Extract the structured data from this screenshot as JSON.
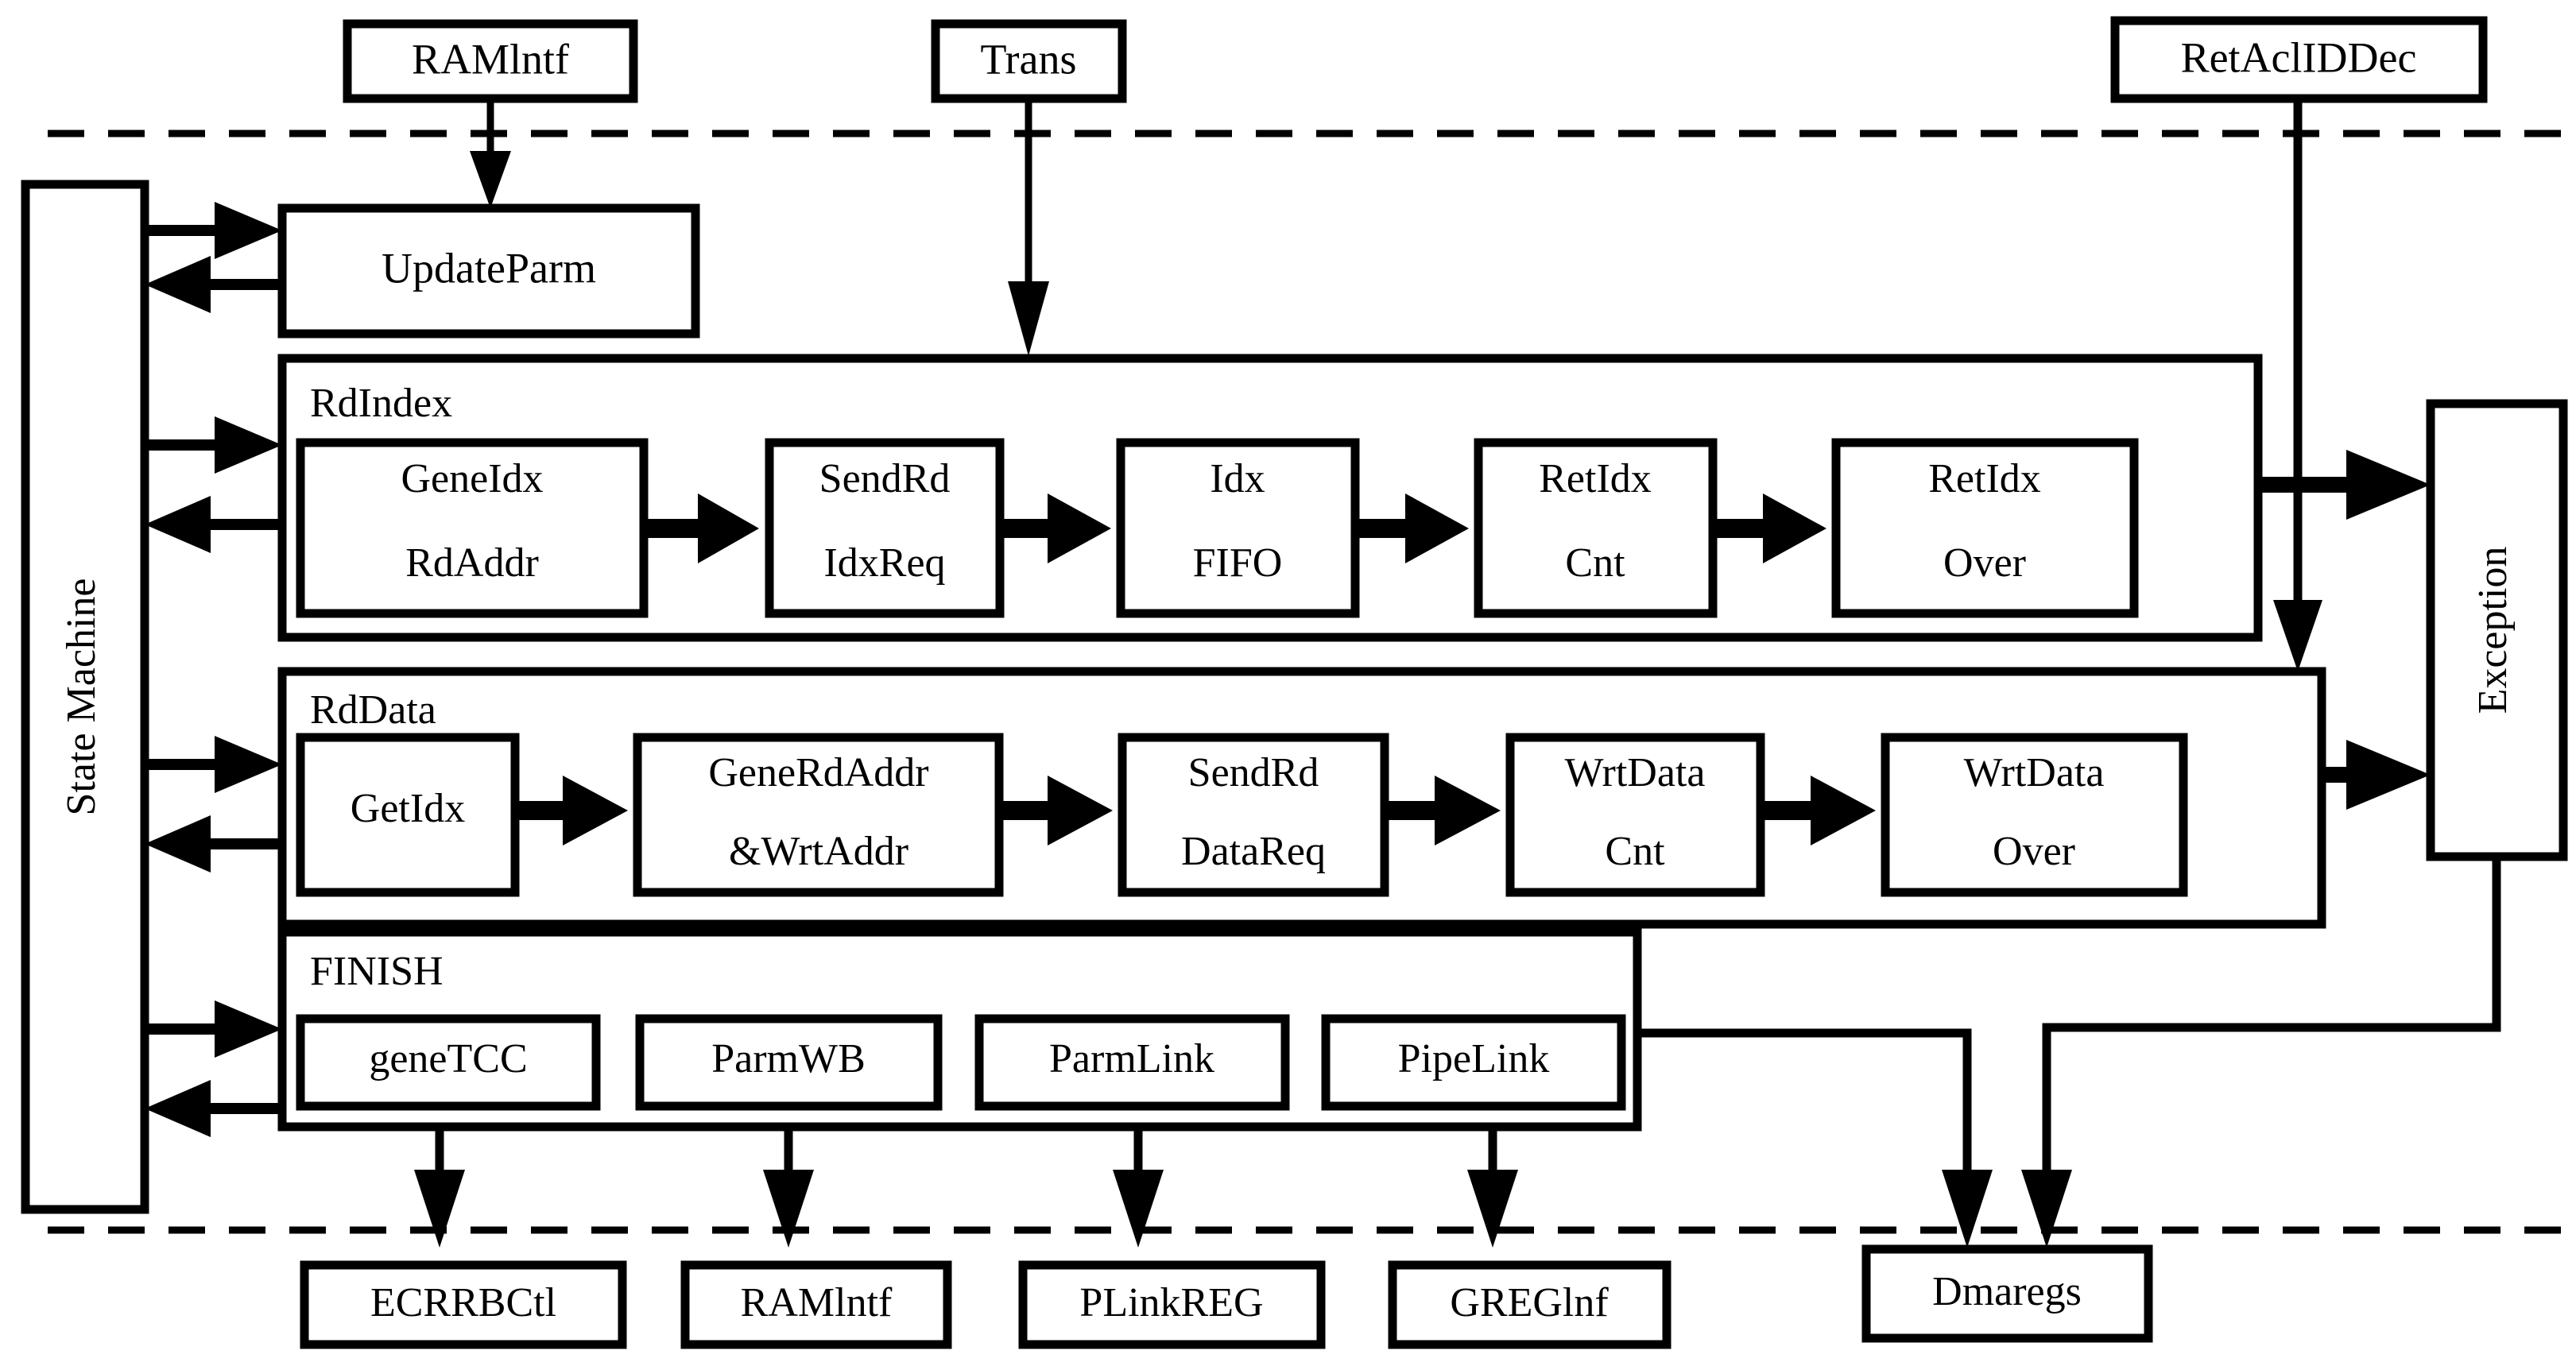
{
  "diagram": {
    "title_boxes_top": [
      {
        "id": "ramintf-top",
        "label": "RAMlntf"
      },
      {
        "id": "trans-top",
        "label": "Trans"
      },
      {
        "id": "retaclid-top",
        "label": "RetAclIDDec"
      }
    ],
    "state_machine": {
      "label": "State Machine"
    },
    "exception": {
      "label": "Exception"
    },
    "update_parm": {
      "label": "UpdateParm"
    },
    "groups": [
      {
        "id": "rdindex",
        "label": "RdIndex",
        "stages": [
          {
            "id": "geneidx-rdaddr",
            "line1": "GeneIdx",
            "line2": "RdAddr"
          },
          {
            "id": "sendrd-idxreq",
            "line1": "SendRd",
            "line2": "IdxReq"
          },
          {
            "id": "idx-fifo",
            "line1": "Idx",
            "line2": "FIFO"
          },
          {
            "id": "retidx-cnt",
            "line1": "RetIdx",
            "line2": "Cnt"
          },
          {
            "id": "retidx-over",
            "line1": "RetIdx",
            "line2": "Over"
          }
        ]
      },
      {
        "id": "rddata",
        "label": "RdData",
        "stages": [
          {
            "id": "getidx",
            "line1": "GetIdx",
            "line2": ""
          },
          {
            "id": "generdaddr-wrtaddr",
            "line1": "GeneRdAddr",
            "line2": "&WrtAddr"
          },
          {
            "id": "sendrd-datareq",
            "line1": "SendRd",
            "line2": "DataReq"
          },
          {
            "id": "wrtdata-cnt",
            "line1": "WrtData",
            "line2": "Cnt"
          },
          {
            "id": "wrtdata-over",
            "line1": "WrtData",
            "line2": "Over"
          }
        ]
      },
      {
        "id": "finish",
        "label": "FINISH",
        "stages": [
          {
            "id": "genetcc",
            "line1": "geneTCC",
            "line2": ""
          },
          {
            "id": "parmwb",
            "line1": "ParmWB",
            "line2": ""
          },
          {
            "id": "parmlink",
            "line1": "ParmLink",
            "line2": ""
          },
          {
            "id": "pipelink",
            "line1": "PipeLink",
            "line2": ""
          }
        ]
      }
    ],
    "bottom_boxes": [
      {
        "id": "ecrrbctl",
        "label": "ECRRBCtl"
      },
      {
        "id": "ramintf-bottom",
        "label": "RAMlntf"
      },
      {
        "id": "plinkreg",
        "label": "PLinkREG"
      },
      {
        "id": "greginf",
        "label": "GREGlnf"
      },
      {
        "id": "dmaregs",
        "label": "Dmaregs"
      }
    ],
    "colors": {
      "line": "#000000",
      "fill": "#ffffff",
      "background": "#ffffff"
    }
  }
}
